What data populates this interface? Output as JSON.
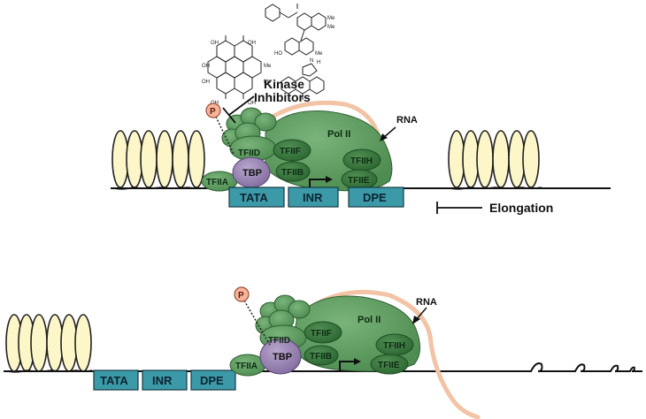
{
  "labels": {
    "kinase_inhibitors_line1": "Kinase",
    "kinase_inhibitors_line2": "Inhibitors",
    "elongation": "Elongation",
    "rna_top": "RNA",
    "rna_bottom": "RNA",
    "phospho": "P"
  },
  "promoter_elements": [
    "TATA",
    "INR",
    "DPE"
  ],
  "factors": {
    "tfiid": "TFIID",
    "tbp": "TBP",
    "tfiia": "TFIIA",
    "tfiib": "TFIIB",
    "tfiif": "TFIIF",
    "tfiih": "TFIIH",
    "tfiie": "TFIIE",
    "pol2": "Pol II"
  },
  "colors": {
    "promoter_box": "#3c9aa8",
    "complex_green": "#5f9e61",
    "complex_dark": "#2f6a34",
    "tbp_purple": "#9d88b4",
    "rna_peach": "#f2c3a5",
    "phospho_fill": "#f6b59a",
    "nucleosome_fill": "#fdf6c8"
  }
}
